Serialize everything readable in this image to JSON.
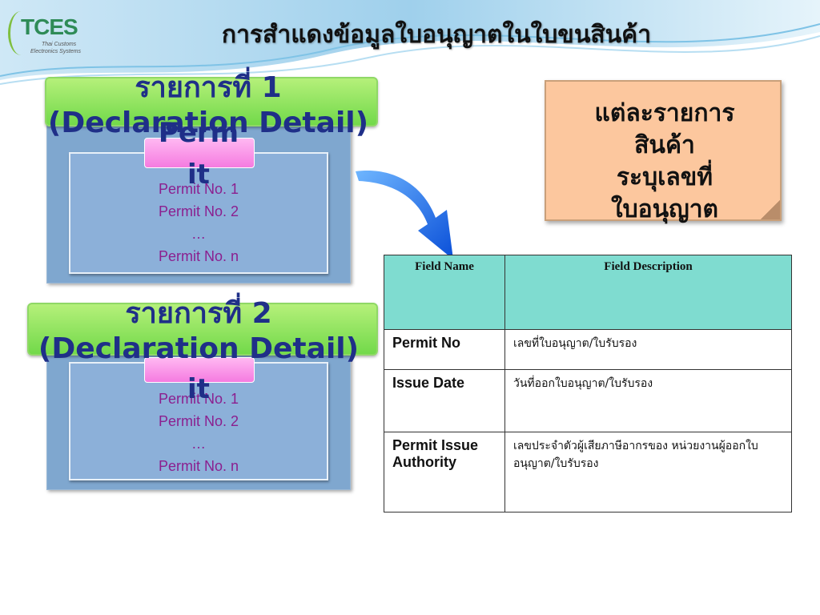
{
  "header": {
    "logo_main": "TCES",
    "logo_sub1": "Thai Customs",
    "logo_sub2": "Electronics Systems",
    "title": "การสำแดงข้อมูลใบอนุญาตในใบขนสินค้า"
  },
  "declarations": [
    {
      "title_line1": "รายการที่ 1",
      "title_line2": "(Declaration  Detail)",
      "tab_line1": "Perm",
      "tab_line2": "it",
      "permits": [
        "Permit No. 1",
        "Permit No. 2",
        "…",
        "Permit No. n"
      ]
    },
    {
      "title_line1": "รายการที่ 2",
      "title_line2": "(Declaration Detail)",
      "tab_line1": "",
      "tab_line2": "it",
      "permits": [
        "Permit No. 1",
        "Permit No. 2",
        "…",
        "Permit No. n"
      ]
    }
  ],
  "note": {
    "line1": "แต่ละรายการ",
    "line2": "สินค้า",
    "line3": "ระบุเลขที่",
    "line4": "ใบอนุญาต"
  },
  "table": {
    "headers": [
      "Field Name",
      "Field Description"
    ],
    "rows": [
      {
        "name": "Permit No",
        "desc": "เลขที่ใบอนุญาต/ใบรับรอง"
      },
      {
        "name": "Issue Date",
        "desc": "วันที่ออกใบอนุญาต/ใบรับรอง"
      },
      {
        "name": "Permit Issue Authority",
        "desc": "เลขประจำตัวผู้เสียภาษีอากรของ หน่วยงานผู้ออกใบอนุญาต/ใบรับรอง"
      }
    ]
  },
  "colors": {
    "title_blue": "#1f2f88",
    "permit_text": "#8b1f8f",
    "table_header": "#7fdcd0",
    "note_bg": "#fcc79e",
    "arrow_blue": "#1f6fff"
  }
}
